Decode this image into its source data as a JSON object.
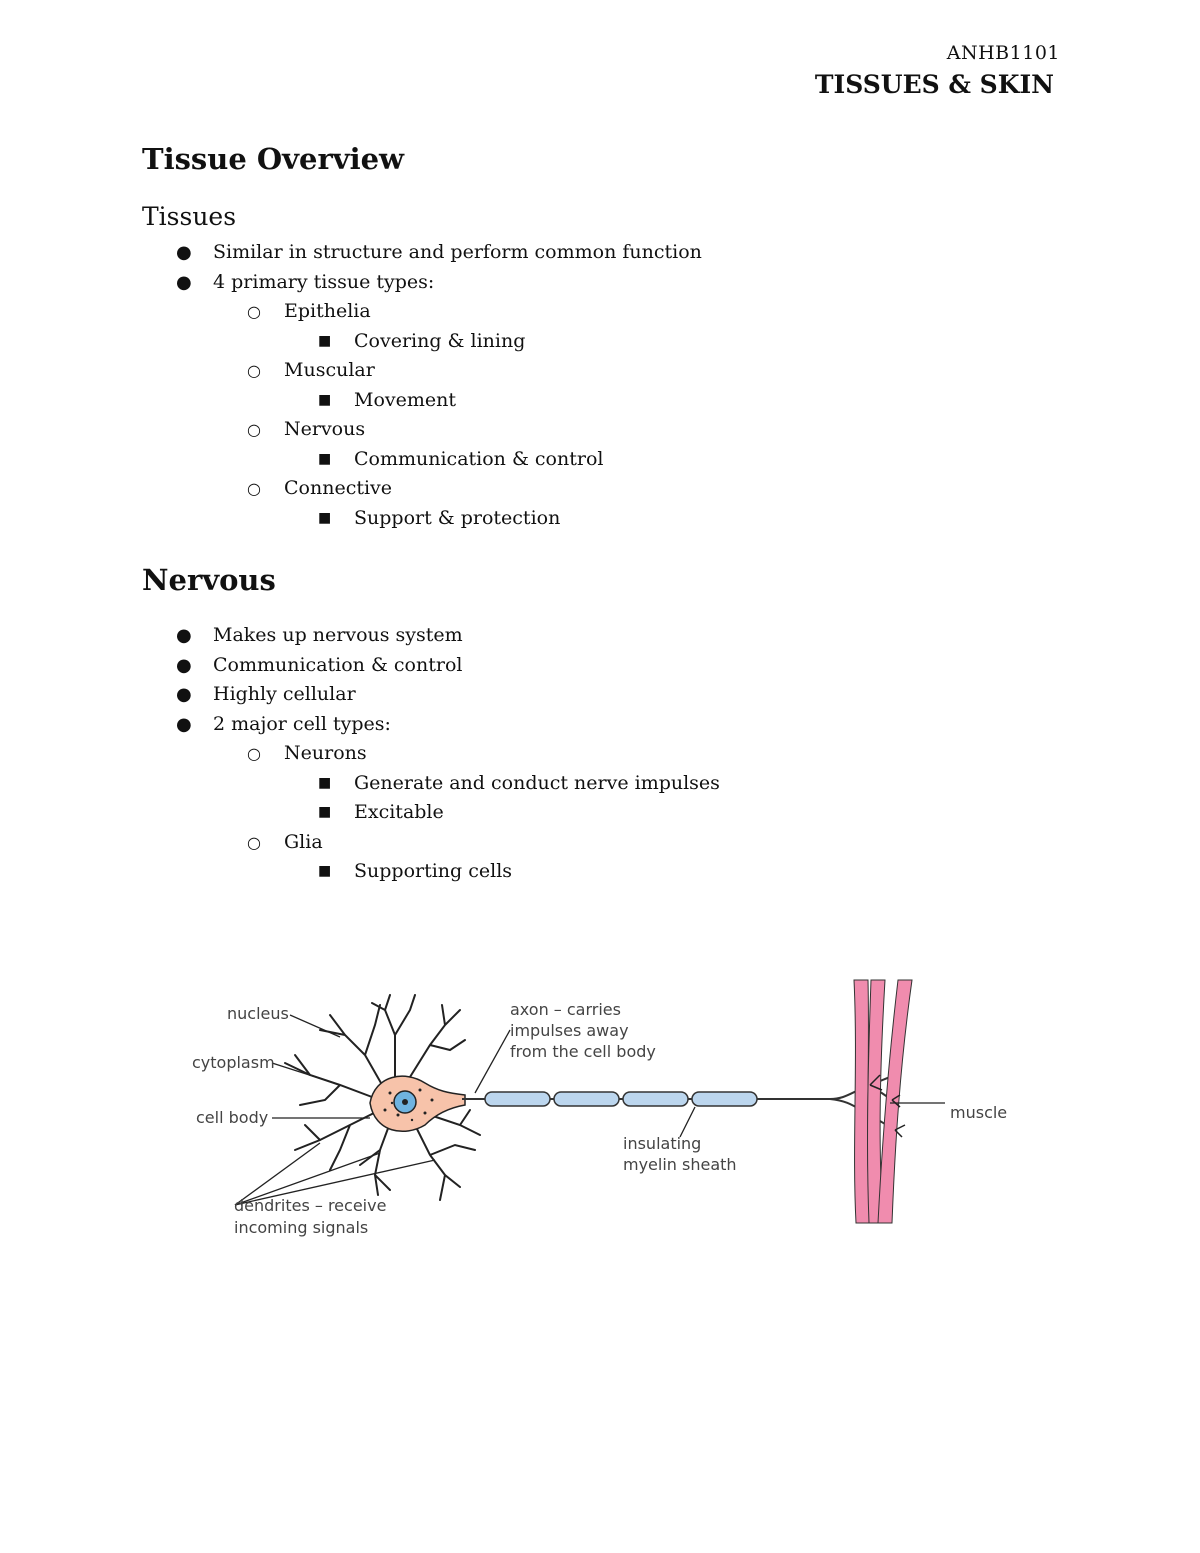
{
  "header": {
    "course_code": "ANHB1101",
    "section": "TISSUES & SKIN"
  },
  "tissue_overview": {
    "title": "Tissue Overview",
    "subtitle": "Tissues",
    "points": [
      "Similar in structure and perform common function",
      "4 primary tissue types:"
    ],
    "types": [
      {
        "name": "Epithelia",
        "function": "Covering & lining"
      },
      {
        "name": "Muscular",
        "function": "Movement"
      },
      {
        "name": "Nervous",
        "function": "Communication & control"
      },
      {
        "name": "Connective",
        "function": "Support & protection"
      }
    ]
  },
  "nervous": {
    "title": "Nervous",
    "points": [
      "Makes up nervous system",
      "Communication & control",
      "Highly cellular",
      "2 major cell types:"
    ],
    "neurons": {
      "name": "Neurons",
      "details": [
        "Generate and conduct nerve impulses",
        "Excitable"
      ]
    },
    "glia": {
      "name": "Glia",
      "details": [
        "Supporting cells"
      ]
    }
  },
  "diagram": {
    "labels": {
      "nucleus": "nucleus",
      "cytoplasm": "cytoplasm",
      "cell_body": "cell body",
      "dendrites_1": "dendrites – receive",
      "dendrites_2": "incoming signals",
      "axon_1": "axon – carries",
      "axon_2": "impulses away",
      "axon_3": "from the cell body",
      "myelin_1": "insulating",
      "myelin_2": "myelin sheath",
      "muscle": "muscle"
    },
    "colors": {
      "cell_body": "#f7c3aa",
      "nucleus": "#6fb3e0",
      "myelin": "#bcd6ee",
      "muscle": "#f08cae"
    }
  }
}
